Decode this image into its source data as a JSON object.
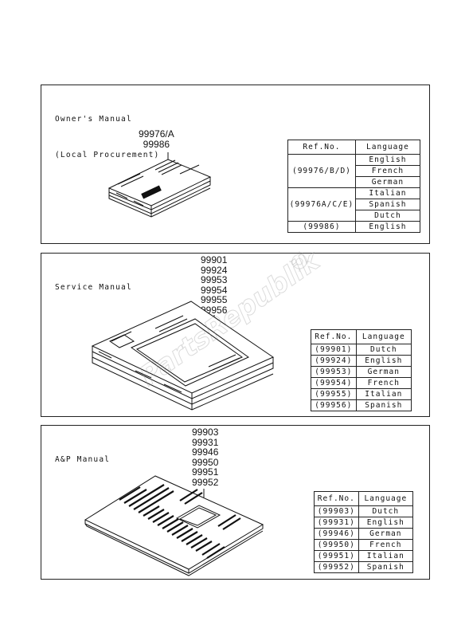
{
  "panels": [
    {
      "title_lines": [
        "Owner's Manual",
        "(Local Procurement)"
      ],
      "part_numbers": [
        "99976/A",
        "99986"
      ],
      "table": {
        "headers": [
          "Ref.No.",
          "Language"
        ],
        "groups": [
          {
            "ref": "(99976/B/D)",
            "languages": [
              "English",
              "French",
              "German"
            ]
          },
          {
            "ref": "(99976A/C/E)",
            "languages": [
              "Italian",
              "Spanish",
              "Dutch"
            ]
          },
          {
            "ref": "(99986)",
            "languages": [
              "English"
            ]
          }
        ]
      }
    },
    {
      "title_lines": [
        "Service Manual"
      ],
      "part_numbers": [
        "99901",
        "99924",
        "99953",
        "99954",
        "99955",
        "99956"
      ],
      "table": {
        "headers": [
          "Ref.No.",
          "Language"
        ],
        "rows": [
          [
            "(99901)",
            "Dutch"
          ],
          [
            "(99924)",
            "English"
          ],
          [
            "(99953)",
            "German"
          ],
          [
            "(99954)",
            "French"
          ],
          [
            "(99955)",
            "Italian"
          ],
          [
            "(99956)",
            "Spanish"
          ]
        ]
      }
    },
    {
      "title_lines": [
        "A&P Manual"
      ],
      "part_numbers": [
        "99903",
        "99931",
        "99946",
        "99950",
        "99951",
        "99952"
      ],
      "table": {
        "headers": [
          "Ref.No.",
          "Language"
        ],
        "rows": [
          [
            "(99903)",
            "Dutch"
          ],
          [
            "(99931)",
            "English"
          ],
          [
            "(99946)",
            "German"
          ],
          [
            "(99950)",
            "French"
          ],
          [
            "(99951)",
            "Italian"
          ],
          [
            "(99952)",
            "Spanish"
          ]
        ]
      }
    }
  ],
  "watermark": {
    "text": "PartsRepublik"
  }
}
